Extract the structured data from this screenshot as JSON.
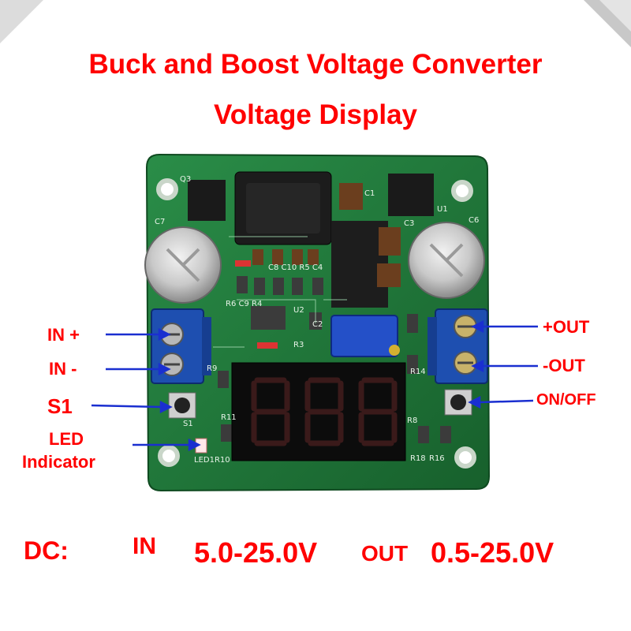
{
  "title": {
    "line1": "Buck and Boost Voltage Converter",
    "line2": "Voltage Display"
  },
  "labels": {
    "in_plus": "IN +",
    "in_minus": "IN -",
    "s1": "S1",
    "led_line1": "LED",
    "led_line2": "Indicator",
    "out_plus": "+OUT",
    "out_minus": "-OUT",
    "on_off": "ON/OFF"
  },
  "specs": {
    "dc": "DC:",
    "in": "IN",
    "in_range": "5.0-25.0V",
    "out": "OUT",
    "out_range": "0.5-25.0V"
  },
  "silkscreen": {
    "q3": "Q3",
    "c1": "C1",
    "u1": "U1",
    "c7": "C7",
    "c3": "C3",
    "c6": "C6",
    "c8_c10_r5_c4": "C8 C10 R5 C4",
    "r6_c9_r4": "R6 C9 R4",
    "u2": "U2",
    "c2": "C2",
    "r3": "R3",
    "r9": "R9",
    "r14": "R14",
    "r11": "R11",
    "r8": "R8",
    "r10": "R10",
    "led1": "LED1",
    "r16": "R16",
    "r18": "R18",
    "s1_pcb": "S1"
  },
  "colors": {
    "accent_red": "#ff0000",
    "pcb_green": "#1f7a3a",
    "terminal_blue": "#1e4fb0",
    "arrow_blue": "#1a2fd0"
  }
}
